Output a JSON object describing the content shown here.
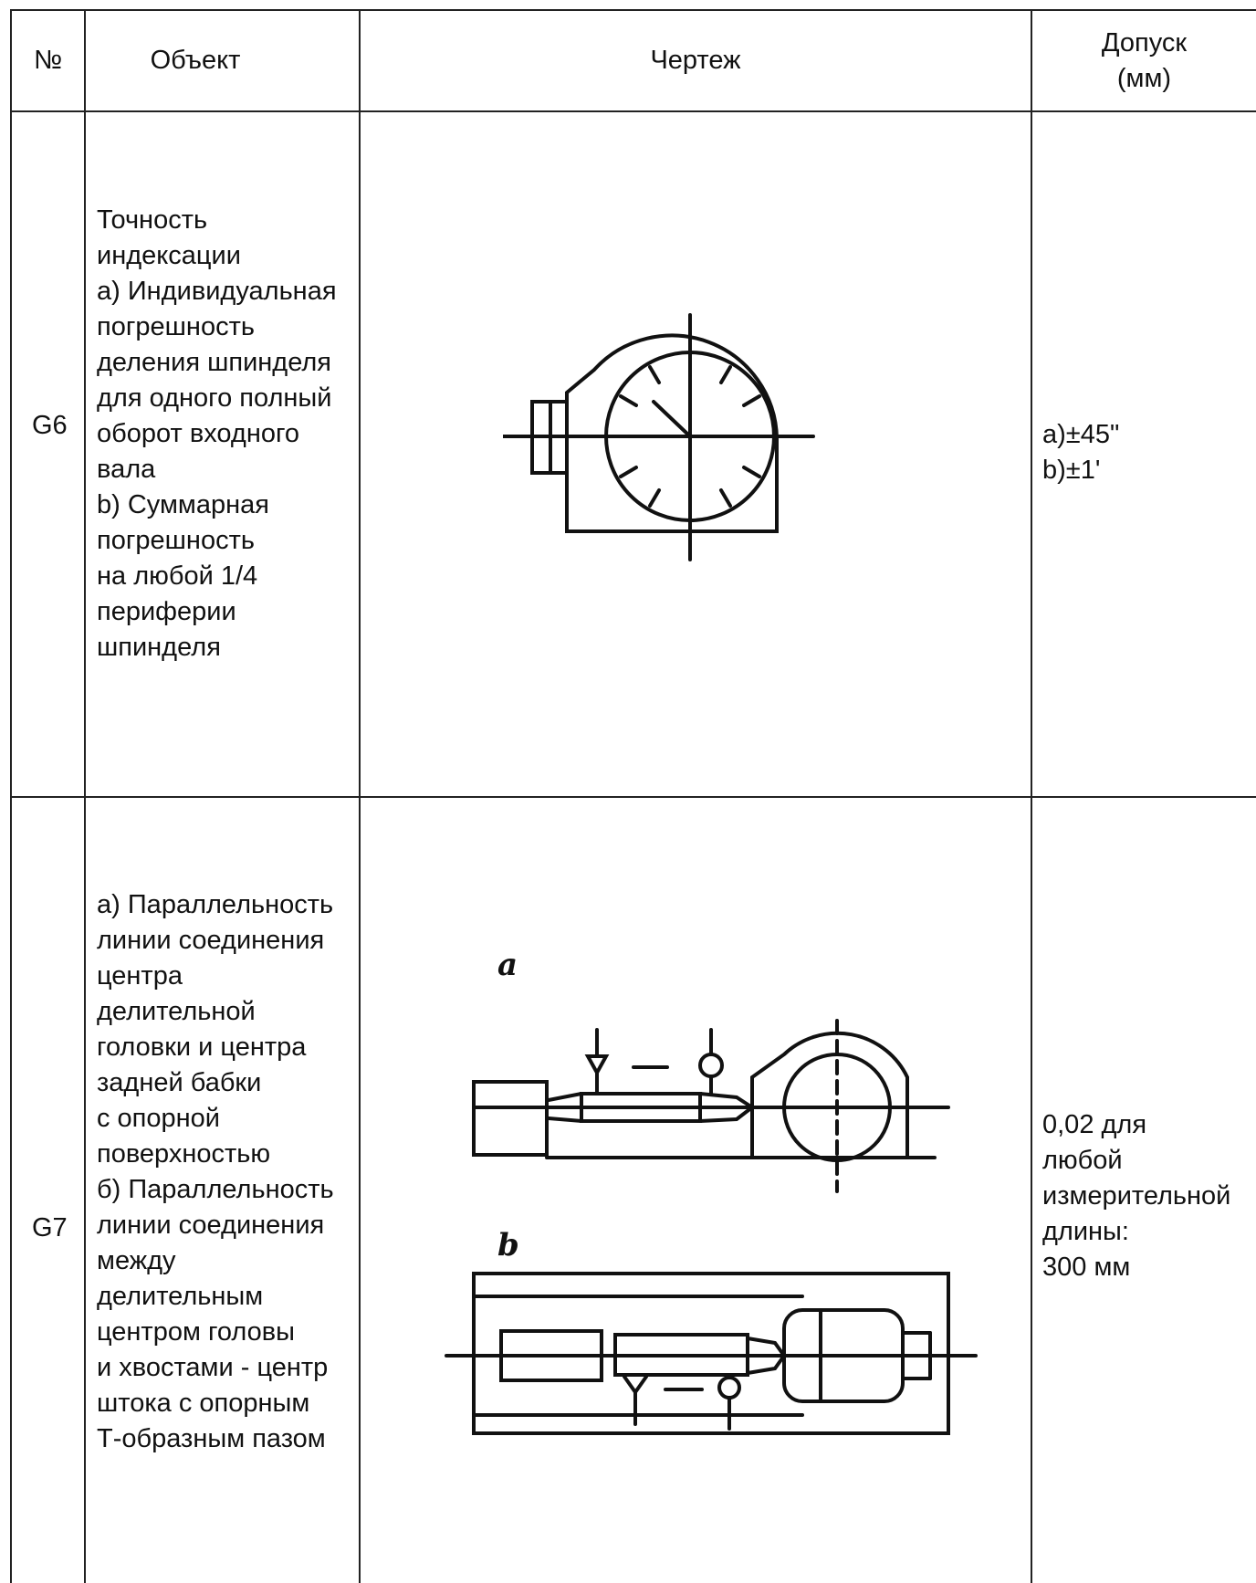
{
  "header": {
    "num": "№",
    "object": "Объект",
    "drawing": "Чертеж",
    "tolerance": "Допуск\n(мм)"
  },
  "rows": [
    {
      "id": "G6",
      "object": "Точность\nиндексации\na) Индивидуальная\nпогрешность\nделения шпинделя\nдля одного полный\nоборот входного\nвала\nb) Суммарная\nпогрешность\nна любой 1/4\nпериферии\nшпинделя",
      "tolerance": "a)±45\"\nb)±1'"
    },
    {
      "id": "G7",
      "object": "а) Параллельность\nлинии соединения\nцентра\nделительной\nголовки и центра\nзадней бабки\nс опорной\nповерхностью\nб) Параллельность\nлинии соединения\nмежду\nделительным\nцентром головы\nи хвостами - центр\nштока с опорным\nТ-образным пазом",
      "tolerance": "0,02 для\nлюбой\nизмерительной\nдлины:\n300 мм",
      "drawing_labels": {
        "a": "a",
        "b": "b"
      }
    }
  ]
}
